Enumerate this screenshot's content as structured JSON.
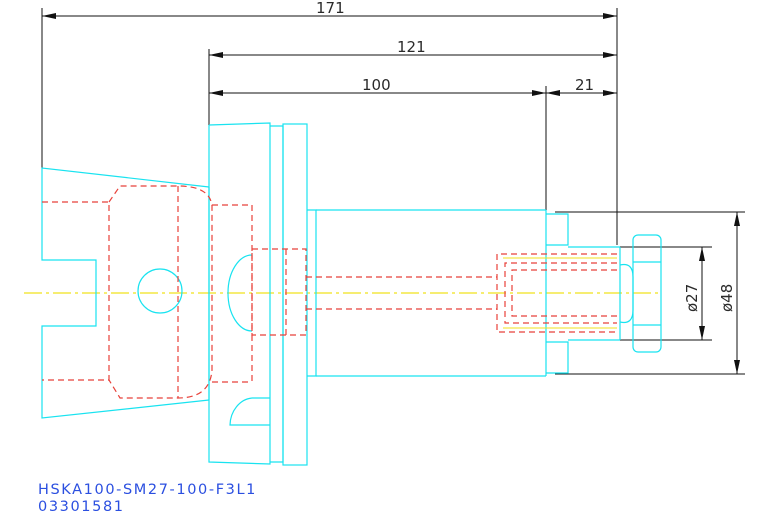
{
  "drawing": {
    "dimensions": {
      "d171": "171",
      "d121": "121",
      "d100": "100",
      "d21": "21",
      "dia27": "ø27",
      "dia48": "ø48"
    },
    "part_code": "HSKA100-SM27-100-F3L1",
    "part_number": "03301581",
    "colors": {
      "outline": "#19e3f0",
      "hidden_lines": "#e8413a",
      "centerline": "#f1e21c",
      "dimension_lines": "#111111",
      "caption_text": "#2b4fe0"
    }
  }
}
